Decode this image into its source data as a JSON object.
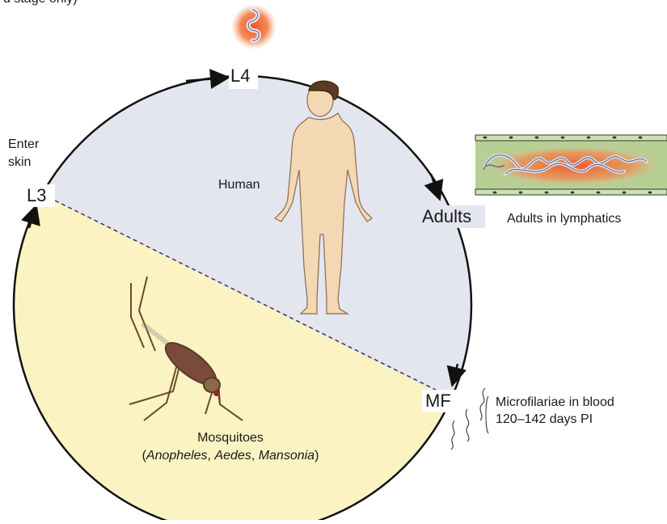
{
  "top_partial_text": "d stage only)",
  "stages": {
    "l3": "L3",
    "l4": "L4",
    "adults": "Adults",
    "mf": "MF"
  },
  "annotations": {
    "enter_skin_line1": "Enter",
    "enter_skin_line2": "skin",
    "human": "Human",
    "adults_in_lymphatics": "Adults in lymphatics",
    "microfilariae_line1": "Microfilariae in blood",
    "microfilariae_line2": "120–142 days PI"
  },
  "mosquitoes": {
    "label": "Mosquitoes",
    "open_paren": "(",
    "genus1": "Anopheles",
    "sep1": ", ",
    "genus2": "Aedes",
    "sep2": ", ",
    "genus3": "Mansonia",
    "close_paren": ")"
  },
  "colors": {
    "human_region": "#e3e6ef",
    "mosquito_region": "#fbf3c2",
    "circle_stroke": "#111111",
    "larva_glow": "#f26b3a",
    "vessel_green": "#b7cf95",
    "skin": "#f3d8b3",
    "hair": "#5a3a20",
    "mosquito_body": "#8a6a4a"
  }
}
